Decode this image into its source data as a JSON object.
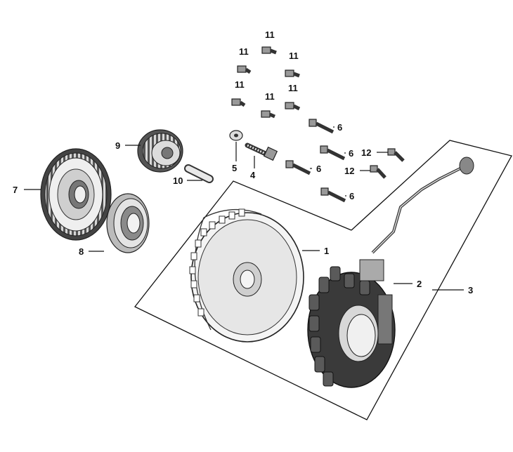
{
  "diagram": {
    "callouts": [
      {
        "id": "c1",
        "label": "1"
      },
      {
        "id": "c2",
        "label": "2"
      },
      {
        "id": "c3",
        "label": "3"
      },
      {
        "id": "c4",
        "label": "4"
      },
      {
        "id": "c5",
        "label": "5"
      },
      {
        "id": "c6a",
        "label": "6"
      },
      {
        "id": "c6b",
        "label": "6"
      },
      {
        "id": "c6c",
        "label": "6"
      },
      {
        "id": "c6d",
        "label": "6"
      },
      {
        "id": "c7",
        "label": "7"
      },
      {
        "id": "c8",
        "label": "8"
      },
      {
        "id": "c9",
        "label": "9"
      },
      {
        "id": "c10",
        "label": "10"
      },
      {
        "id": "c11a",
        "label": "11"
      },
      {
        "id": "c11b",
        "label": "11"
      },
      {
        "id": "c11c",
        "label": "11"
      },
      {
        "id": "c11d",
        "label": "11"
      },
      {
        "id": "c11e",
        "label": "11"
      },
      {
        "id": "c11f",
        "label": "11"
      },
      {
        "id": "c12a",
        "label": "12"
      },
      {
        "id": "c12b",
        "label": "12"
      }
    ]
  }
}
